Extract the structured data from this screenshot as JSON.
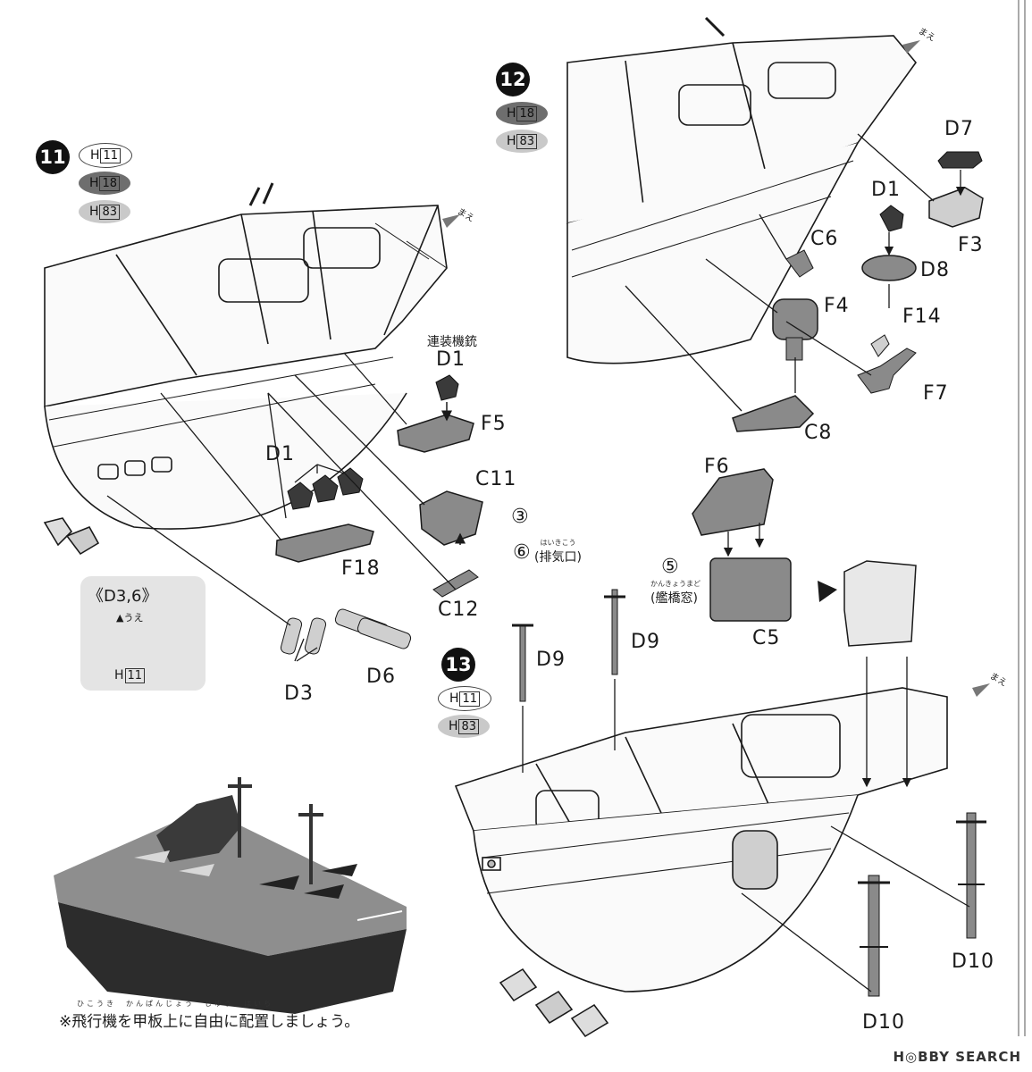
{
  "steps": {
    "s11": {
      "number": "11",
      "paints": [
        {
          "letter": "H",
          "num": "11"
        },
        {
          "letter": "H",
          "num": "18"
        },
        {
          "letter": "H",
          "num": "83"
        }
      ]
    },
    "s12": {
      "number": "12",
      "paints": [
        {
          "letter": "H",
          "num": "18"
        },
        {
          "letter": "H",
          "num": "83"
        }
      ]
    },
    "s13": {
      "number": "13",
      "paints": [
        {
          "letter": "H",
          "num": "11"
        },
        {
          "letter": "H",
          "num": "83"
        }
      ]
    }
  },
  "labels": {
    "twin_gun_note": "連装機銃",
    "d1_a": "D1",
    "f5": "F5",
    "d1_b": "D1",
    "c11": "C11",
    "circ3": "③",
    "circ6": "⑥",
    "exhaust": "(排気口)",
    "exhaust_ruby": "はいきこう",
    "f18": "F18",
    "c12": "C12",
    "d3": "D3",
    "d6": "D6",
    "d7": "D7",
    "d1_c": "D1",
    "f3": "F3",
    "c6": "C6",
    "d8": "D8",
    "f4": "F4",
    "f14": "F14",
    "f7": "F7",
    "c8": "C8",
    "f6": "F6",
    "circ5": "⑤",
    "bridge": "(艦橋窓)",
    "bridge_ruby": "かんきょうまど",
    "c5": "C5",
    "d9_a": "D9",
    "d9_b": "D9",
    "d10_a": "D10",
    "d10_b": "D10",
    "bow": "まえ"
  },
  "inset": {
    "title": "《D3,6》",
    "up_label": "▲うえ",
    "paint_letter": "H",
    "paint_num": "11"
  },
  "caption": {
    "text": "※飛行機を甲板上に自由に配置しましょう。",
    "ruby": "ひこうき　かんぱんじょう　じゆう　はいち"
  },
  "watermark": "H◎BBY SEARCH",
  "colors": {
    "line": "#1a1a1a",
    "part_dark": "#3a3a3a",
    "part_mid": "#8a8a8a",
    "part_light": "#cfcfcf"
  }
}
